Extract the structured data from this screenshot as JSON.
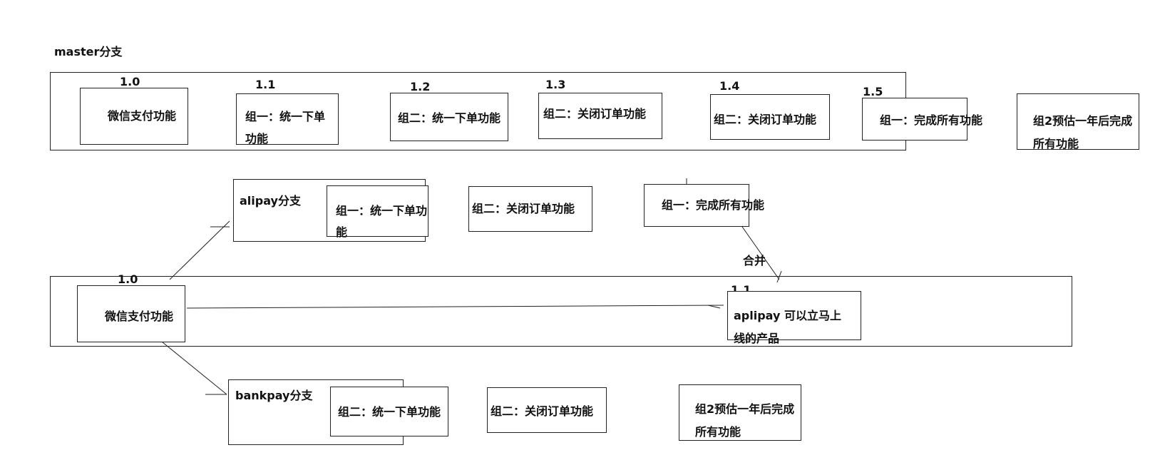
{
  "master": {
    "title": "master分支",
    "versions": [
      "1.0",
      "1.1",
      "1.2",
      "1.3",
      "1.4",
      "1.5"
    ],
    "boxes": [
      "微信支付功能",
      "组一：统一下单功能",
      "组二：统一下单功能",
      "组二：关闭订单功能",
      "组二：关闭订单功能",
      "组一：完成所有功能"
    ],
    "outside": "组2预估一年后完成所有功能"
  },
  "alipay": {
    "label": "alipay分支",
    "boxes": [
      "组一：统一下单功能",
      "组二：关闭订单功能",
      "组一：完成所有功能"
    ],
    "merge": "合并"
  },
  "middle": {
    "version_start": "1.0",
    "start": "微信支付功能",
    "version_end": "1.1",
    "end": "aplipay 可以立马上线的产品"
  },
  "bankpay": {
    "label": "bankpay分支",
    "boxes": [
      "组二：统一下单功能",
      "组二：关闭订单功能",
      "组2预估一年后完成所有功能"
    ]
  }
}
